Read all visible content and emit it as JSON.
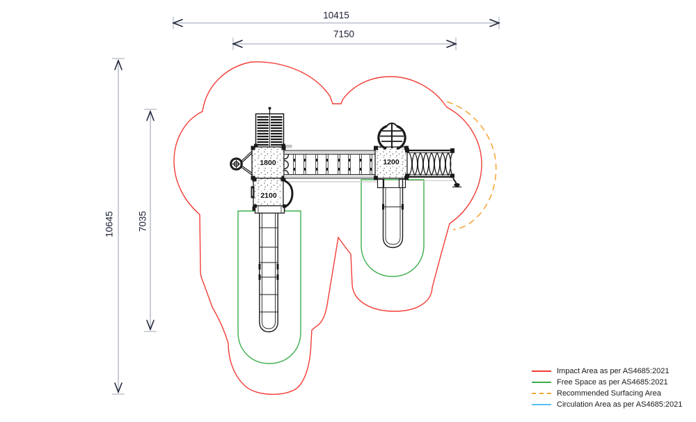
{
  "diagram": {
    "dimensions": {
      "top_outer": "10415",
      "top_inner": "7150",
      "left_outer": "10645",
      "left_inner": "7035"
    },
    "platforms": {
      "deck_left_upper": "1800",
      "deck_left_lower": "2100",
      "deck_right": "1200"
    },
    "legend": [
      {
        "label": "Impact Area as per AS4685:2021",
        "color": "#f23c36",
        "style": "solid"
      },
      {
        "label": "Free Space as per AS4685:2021",
        "color": "#3cae4c",
        "style": "solid"
      },
      {
        "label": "Recommended Surfacing Area",
        "color": "#f7a73a",
        "style": "dashed"
      },
      {
        "label": "Circulation Area as per AS4685:2021",
        "color": "#58bfee",
        "style": "solid"
      }
    ],
    "colors": {
      "impact": "#f23c36",
      "free_space": "#3cae4c",
      "surfacing": "#f7a73a",
      "circulation": "#58bfee",
      "equipment": "#1a1a1a",
      "dimension_line": "#9aa2b6",
      "dimension_accent": "#c9cdd8",
      "dimension_text": "#1a1f33"
    }
  }
}
